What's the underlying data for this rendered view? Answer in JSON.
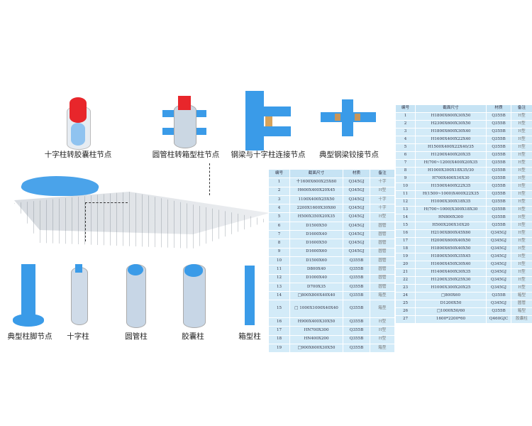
{
  "labels": {
    "node1": "十字柱转胶囊柱节点",
    "node2": "圆管柱转箱型柱节点",
    "node3": "钢梁与十字柱连接节点",
    "node4": "典型钢梁铰接节点",
    "base": "典型柱脚节点",
    "cross": "十字柱",
    "pipe": "圆管柱",
    "capsule": "胶囊柱",
    "box": "箱型柱"
  },
  "colors": {
    "steel": "#3a9be8",
    "red": "#e8262b",
    "glass": "#c9d6e3",
    "table_bg": "#d3ebf8"
  },
  "left_table": {
    "headers": [
      "编号",
      "截面尺寸",
      "材质",
      "备注"
    ],
    "rows": [
      [
        "1",
        "十1600X600X25X60",
        "Q345GJ",
        "十字"
      ],
      [
        "2",
        "H600X400X20X45",
        "Q345GJ",
        "H型"
      ],
      [
        "3",
        "1100X400X25X50",
        "Q345GJ",
        "十字"
      ],
      [
        "4",
        "2200X1600X30X60",
        "Q345GJ",
        "十字"
      ],
      [
        "5",
        "H500X350X20X35",
        "Q345GJ",
        "H型"
      ],
      [
        "6",
        "D1500X50",
        "Q345GJ",
        "圆管"
      ],
      [
        "7",
        "D1600X40",
        "Q345GJ",
        "圆管"
      ],
      [
        "8",
        "D1600X50",
        "Q345GJ",
        "圆管"
      ],
      [
        "9",
        "D1600X60",
        "Q345GJ",
        "圆管"
      ],
      [
        "10",
        "D1500X60",
        "Q355B",
        "圆管"
      ],
      [
        "11",
        "D800X40",
        "Q355B",
        "圆管"
      ],
      [
        "12",
        "D1000X40",
        "Q355B",
        "圆管"
      ],
      [
        "13",
        "D700X35",
        "Q355B",
        "圆管"
      ],
      [
        "14",
        "□800X800X40X40",
        "Q355B",
        "箱型"
      ],
      [
        "15",
        "□ 1000X1000X40X40",
        "Q355B",
        "箱型"
      ],
      [
        "16",
        "H900X400X30X50",
        "Q355B",
        "H型"
      ],
      [
        "17",
        "HN700X300",
        "Q355B",
        "H型"
      ],
      [
        "18",
        "HN400X200",
        "Q355B",
        "H型"
      ],
      [
        "19",
        "□900X600X30X50",
        "Q355B",
        "箱型"
      ]
    ]
  },
  "right_table": {
    "headers": [
      "编号",
      "截面尺寸",
      "材质",
      "备注"
    ],
    "rows": [
      [
        "1",
        "H1800X600X30X50",
        "Q355B",
        "H型"
      ],
      [
        "2",
        "H2300X600X30X50",
        "Q355B",
        "H型"
      ],
      [
        "3",
        "H1800X600X30X40",
        "Q355B",
        "H型"
      ],
      [
        "4",
        "H1600X400X22X40",
        "Q355B",
        "H型"
      ],
      [
        "5",
        "H1500X400X22X40/35",
        "Q355B",
        "H型"
      ],
      [
        "6",
        "H1200X400X20X35",
        "Q355B",
        "H型"
      ],
      [
        "7",
        "H(700~1200)X400X20X35",
        "Q355B",
        "H型"
      ],
      [
        "8",
        "H1000X300X18X35/30",
        "Q355B",
        "H型"
      ],
      [
        "9",
        "H700X400X16X30",
        "Q355B",
        "H型"
      ],
      [
        "10",
        "H1500X400X22X35",
        "Q355B",
        "H型"
      ],
      [
        "11",
        "H(1500~1000)X400X22X35",
        "Q355B",
        "H型"
      ],
      [
        "12",
        "H1000X300X18X35",
        "Q355B",
        "H型"
      ],
      [
        "13",
        "H(700~1000)X300X18X30",
        "Q355B",
        "H型"
      ],
      [
        "14",
        "HN800X300",
        "Q355B",
        "H型"
      ],
      [
        "15",
        "H500X200X10X20",
        "Q355B",
        "H型"
      ],
      [
        "16",
        "H2100X800X45X60",
        "Q345GJ",
        "H型"
      ],
      [
        "17",
        "H2000X600X40X50",
        "Q345GJ",
        "H型"
      ],
      [
        "18",
        "H1800X650X40X50",
        "Q345GJ",
        "H型"
      ],
      [
        "19",
        "H1800X500X35X45",
        "Q345GJ",
        "H型"
      ],
      [
        "20",
        "H1600X450X30X40",
        "Q345GJ",
        "H型"
      ],
      [
        "21",
        "H1400X400X30X35",
        "Q345GJ",
        "H型"
      ],
      [
        "22",
        "H1200X350X25X30",
        "Q345GJ",
        "H型"
      ],
      [
        "23",
        "H1000X300X20X25",
        "Q345GJ",
        "H型"
      ],
      [
        "24",
        "□800X60",
        "Q355B",
        "箱型"
      ],
      [
        "25",
        "D1200X50",
        "Q345GJ",
        "圆管"
      ],
      [
        "26",
        "□1000X50/60",
        "Q355B",
        "箱型"
      ],
      [
        "27",
        "1600*2200*60",
        "Q460GJC",
        "胶囊柱"
      ]
    ]
  }
}
